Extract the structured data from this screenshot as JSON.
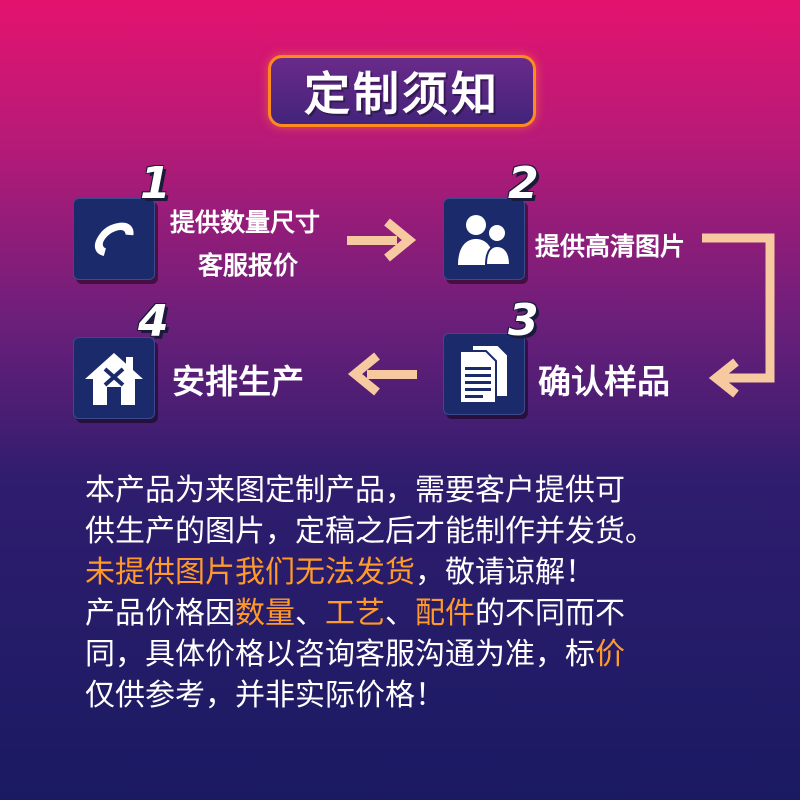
{
  "title": "定制须知",
  "steps": [
    {
      "num": "1",
      "icon": "phone-icon",
      "lines": [
        "提供数量尺寸",
        "客服报价"
      ]
    },
    {
      "num": "2",
      "icon": "people-icon",
      "lines": [
        "提供高清图片"
      ]
    },
    {
      "num": "3",
      "icon": "document-icon",
      "lines": [
        "确认样品"
      ]
    },
    {
      "num": "4",
      "icon": "house-icon",
      "lines": [
        "安排生产"
      ]
    }
  ],
  "description": {
    "line1": "本产品为来图定制产品，需要客户提供可",
    "line2": "供生产的图片，定稿之后才能制作并发货。",
    "line3_highlight": "未提供图片我们无法发货",
    "line3_rest": "，敬请谅解！",
    "line4_a": "产品价格因",
    "line4_b": "数量",
    "line4_c": "、",
    "line4_d": "工艺",
    "line4_e": "、",
    "line4_f": "配件",
    "line4_g": "的不同而不",
    "line5_a": "同，具体价格以咨询客服沟通为准，标",
    "line5_b": "价",
    "line6": "仅供参考，并非实际价格！"
  },
  "colors": {
    "highlight": "#ff9a2a",
    "arrow": "#f6c9a0",
    "title_border": "#ff8a1f"
  }
}
